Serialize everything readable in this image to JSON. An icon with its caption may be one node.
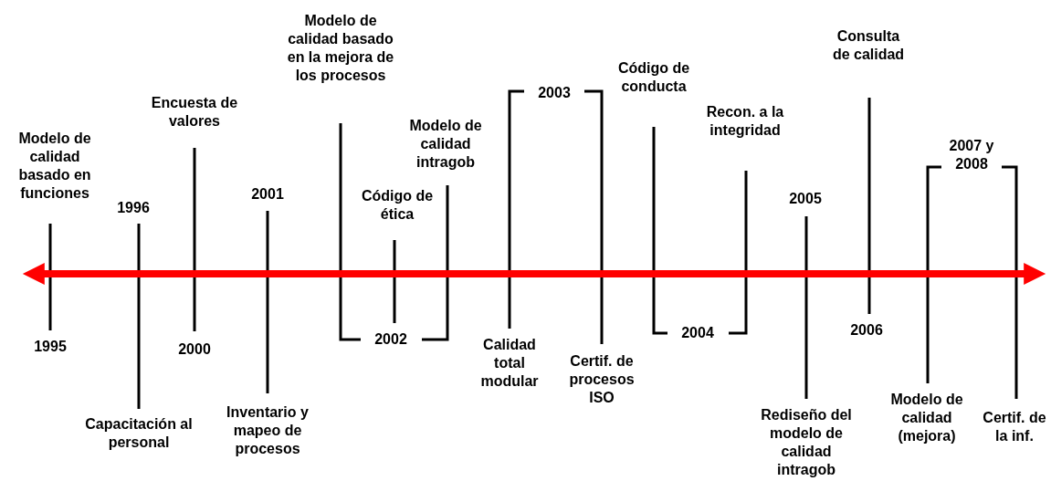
{
  "diagram": {
    "labels": [
      "Modelo de calidad basado en funciones",
      "1995",
      "1996",
      "Capacitación al personal",
      "Encuesta de valores",
      "2000",
      "2001",
      "Inventario y mapeo de procesos",
      "Modelo de calidad basado en la mejora de los procesos",
      "Código de ética",
      "Modelo de calidad intragob",
      "2002",
      "Calidad total modular",
      "2003",
      "Certif. de procesos ISO",
      "Código de conducta",
      "2004",
      "Recon. a la integridad",
      "2005",
      "Rediseño del modelo de calidad intragob",
      "Consulta de calidad",
      "2006",
      "2007 y 2008",
      "Modelo de calidad (mejora)",
      "Certif. de la inf."
    ]
  }
}
